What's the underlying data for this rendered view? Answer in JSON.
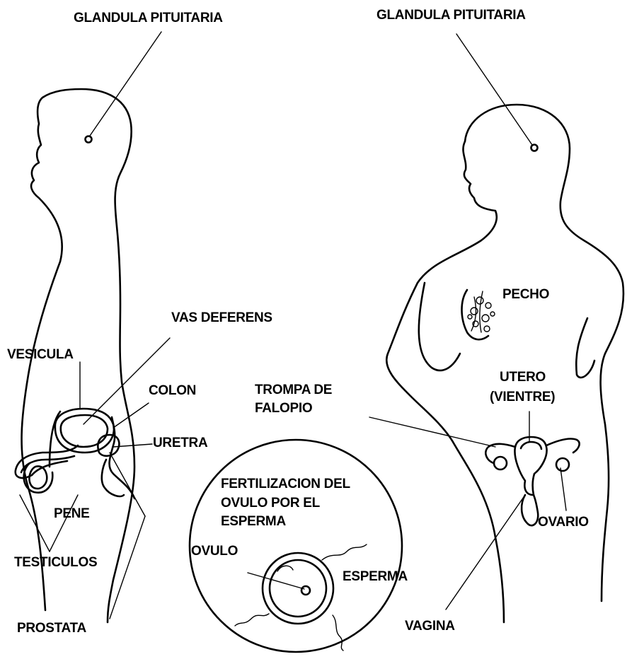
{
  "labels": {
    "pituitary_male": "GLANDULA PITUITARIA",
    "pituitary_female": "GLANDULA PITUITARIA",
    "vas_deferens": "VAS DEFERENS",
    "vesicula": "VESICULA",
    "colon": "COLON",
    "uretra": "URETRA",
    "pene": "PENE",
    "testiculos": "TESTICULOS",
    "prostata": "PROSTATA",
    "pecho": "PECHO",
    "utero_1": "UTERO",
    "utero_2": "(VIENTRE)",
    "trompa_1": "TROMPA DE",
    "trompa_2": "FALOPIO",
    "ovario": "OVARIO",
    "vagina": "VAGINA",
    "fert_1": "FERTILIZACION DEL",
    "fert_2": "OVULO POR EL",
    "fert_3": "ESPERMA",
    "ovulo": "OVULO",
    "esperma": "ESPERMA"
  }
}
